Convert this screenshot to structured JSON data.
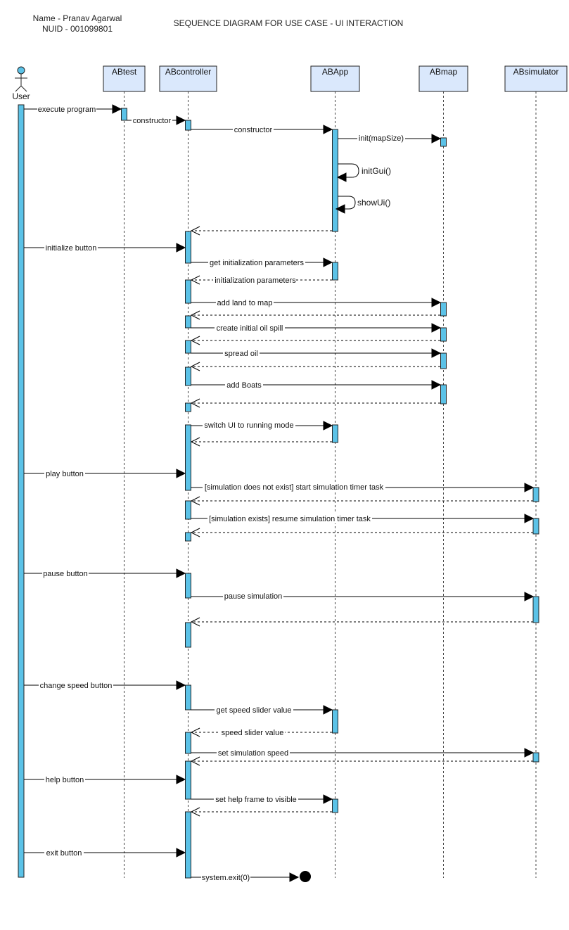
{
  "header": {
    "author_name": "Name - Pranav Agarwal",
    "author_id": "NUID - 001099801",
    "title": "SEQUENCE DIAGRAM FOR USE CASE - UI INTERACTION"
  },
  "actor": {
    "label": "User"
  },
  "participants": [
    {
      "id": "abtest",
      "label": "ABtest"
    },
    {
      "id": "abcontroller",
      "label": "ABcontroller"
    },
    {
      "id": "abapp",
      "label": "ABApp"
    },
    {
      "id": "abmap",
      "label": "ABmap"
    },
    {
      "id": "absimulator",
      "label": "ABsimulator"
    }
  ],
  "messages": [
    {
      "from": "user",
      "to": "abtest",
      "label": "execute program",
      "kind": "sync"
    },
    {
      "from": "abtest",
      "to": "abcontroller",
      "label": "constructor",
      "kind": "sync"
    },
    {
      "from": "abcontroller",
      "to": "abapp",
      "label": "constructor",
      "kind": "sync"
    },
    {
      "from": "abapp",
      "to": "abmap",
      "label": "init(mapSize)",
      "kind": "sync"
    },
    {
      "from": "abapp",
      "to": "abapp",
      "label": "initGui()",
      "kind": "self"
    },
    {
      "from": "abapp",
      "to": "abapp",
      "label": "showUi()",
      "kind": "self"
    },
    {
      "from": "abapp",
      "to": "abcontroller",
      "label": "",
      "kind": "return"
    },
    {
      "from": "user",
      "to": "abcontroller",
      "label": "initialize button",
      "kind": "sync"
    },
    {
      "from": "abcontroller",
      "to": "abapp",
      "label": "get initialization parameters",
      "kind": "sync"
    },
    {
      "from": "abapp",
      "to": "abcontroller",
      "label": "initialization parameters",
      "kind": "return"
    },
    {
      "from": "abcontroller",
      "to": "abmap",
      "label": "add land to map",
      "kind": "sync"
    },
    {
      "from": "abmap",
      "to": "abcontroller",
      "label": "",
      "kind": "return"
    },
    {
      "from": "abcontroller",
      "to": "abmap",
      "label": "create initial oil spill",
      "kind": "sync"
    },
    {
      "from": "abmap",
      "to": "abcontroller",
      "label": "",
      "kind": "return"
    },
    {
      "from": "abcontroller",
      "to": "abmap",
      "label": "spread oil",
      "kind": "sync"
    },
    {
      "from": "abmap",
      "to": "abcontroller",
      "label": "",
      "kind": "return"
    },
    {
      "from": "abcontroller",
      "to": "abmap",
      "label": "add Boats",
      "kind": "sync"
    },
    {
      "from": "abmap",
      "to": "abcontroller",
      "label": "",
      "kind": "return"
    },
    {
      "from": "abcontroller",
      "to": "abapp",
      "label": "switch UI to running mode",
      "kind": "sync"
    },
    {
      "from": "abapp",
      "to": "abcontroller",
      "label": "",
      "kind": "return"
    },
    {
      "from": "user",
      "to": "abcontroller",
      "label": "play button",
      "kind": "sync"
    },
    {
      "from": "abcontroller",
      "to": "absimulator",
      "label": "[simulation does not exist] start simulation timer task",
      "kind": "sync"
    },
    {
      "from": "absimulator",
      "to": "abcontroller",
      "label": "",
      "kind": "return"
    },
    {
      "from": "abcontroller",
      "to": "absimulator",
      "label": "[simulation exists] resume simulation timer task",
      "kind": "sync"
    },
    {
      "from": "absimulator",
      "to": "abcontroller",
      "label": "",
      "kind": "return"
    },
    {
      "from": "user",
      "to": "abcontroller",
      "label": "pause button",
      "kind": "sync"
    },
    {
      "from": "abcontroller",
      "to": "absimulator",
      "label": "pause simulation",
      "kind": "sync"
    },
    {
      "from": "absimulator",
      "to": "abcontroller",
      "label": "",
      "kind": "return"
    },
    {
      "from": "user",
      "to": "abcontroller",
      "label": "change speed button",
      "kind": "sync"
    },
    {
      "from": "abcontroller",
      "to": "abapp",
      "label": "get speed slider value",
      "kind": "sync"
    },
    {
      "from": "abapp",
      "to": "abcontroller",
      "label": "speed slider value",
      "kind": "return"
    },
    {
      "from": "abcontroller",
      "to": "absimulator",
      "label": "set simulation speed",
      "kind": "sync"
    },
    {
      "from": "absimulator",
      "to": "abcontroller",
      "label": "",
      "kind": "return"
    },
    {
      "from": "user",
      "to": "abcontroller",
      "label": "help button",
      "kind": "sync"
    },
    {
      "from": "abcontroller",
      "to": "abapp",
      "label": "set help frame to visible",
      "kind": "sync"
    },
    {
      "from": "abapp",
      "to": "abcontroller",
      "label": "",
      "kind": "return"
    },
    {
      "from": "user",
      "to": "abcontroller",
      "label": "exit button",
      "kind": "sync"
    },
    {
      "from": "abcontroller",
      "to": "end",
      "label": "system.exit(0)",
      "kind": "terminate"
    }
  ],
  "colors": {
    "participant_fill": "#dae8fc",
    "activation_fill": "#5bc2e7",
    "line": "#000000"
  }
}
